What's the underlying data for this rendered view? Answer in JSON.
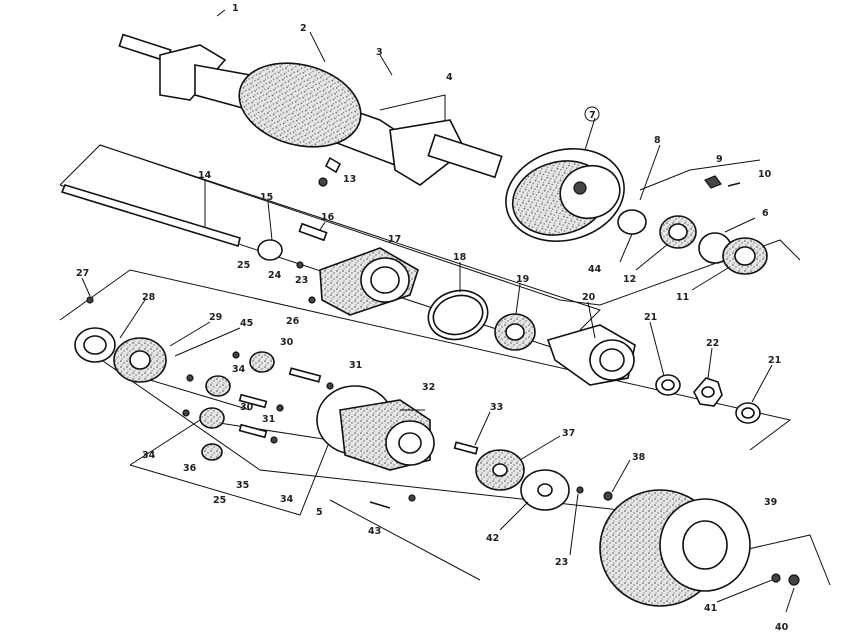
{
  "callouts": [
    {
      "id": "c1",
      "text": "1"
    },
    {
      "id": "c2",
      "text": "2"
    },
    {
      "id": "c3",
      "text": "3"
    },
    {
      "id": "c4",
      "text": "4"
    },
    {
      "id": "c7",
      "text": "7"
    },
    {
      "id": "c8",
      "text": "8"
    },
    {
      "id": "c9",
      "text": "9"
    },
    {
      "id": "c10",
      "text": "10"
    },
    {
      "id": "c6",
      "text": "6"
    },
    {
      "id": "c13",
      "text": "13"
    },
    {
      "id": "c14",
      "text": "14"
    },
    {
      "id": "c15",
      "text": "15"
    },
    {
      "id": "c16",
      "text": "16"
    },
    {
      "id": "c17",
      "text": "17"
    },
    {
      "id": "c18",
      "text": "18"
    },
    {
      "id": "c19",
      "text": "19"
    },
    {
      "id": "c20",
      "text": "20"
    },
    {
      "id": "c21a",
      "text": "21"
    },
    {
      "id": "c22",
      "text": "22"
    },
    {
      "id": "c21b",
      "text": "21"
    },
    {
      "id": "c25a",
      "text": "25"
    },
    {
      "id": "c23a",
      "text": "23"
    },
    {
      "id": "c24",
      "text": "24"
    },
    {
      "id": "c26",
      "text": "26"
    },
    {
      "id": "c27",
      "text": "27"
    },
    {
      "id": "c28",
      "text": "28"
    },
    {
      "id": "c29",
      "text": "29"
    },
    {
      "id": "c45",
      "text": "45"
    },
    {
      "id": "c30a",
      "text": "30"
    },
    {
      "id": "c31a",
      "text": "31"
    },
    {
      "id": "c34a",
      "text": "34"
    },
    {
      "id": "c30b",
      "text": "30"
    },
    {
      "id": "c31b",
      "text": "31"
    },
    {
      "id": "c32",
      "text": "32"
    },
    {
      "id": "c33",
      "text": "33"
    },
    {
      "id": "c34b",
      "text": "34"
    },
    {
      "id": "c36",
      "text": "36"
    },
    {
      "id": "c35",
      "text": "35"
    },
    {
      "id": "c34c",
      "text": "34"
    },
    {
      "id": "c25b",
      "text": "25"
    },
    {
      "id": "c5",
      "text": "5"
    },
    {
      "id": "c43",
      "text": "43"
    },
    {
      "id": "c37",
      "text": "37"
    },
    {
      "id": "c38",
      "text": "38"
    },
    {
      "id": "c42",
      "text": "42"
    },
    {
      "id": "c23b",
      "text": "23"
    },
    {
      "id": "c39",
      "text": "39"
    },
    {
      "id": "c41",
      "text": "41"
    },
    {
      "id": "c40",
      "text": "40"
    },
    {
      "id": "c44",
      "text": "44"
    },
    {
      "id": "c12",
      "text": "12"
    },
    {
      "id": "c11",
      "text": "11"
    }
  ]
}
